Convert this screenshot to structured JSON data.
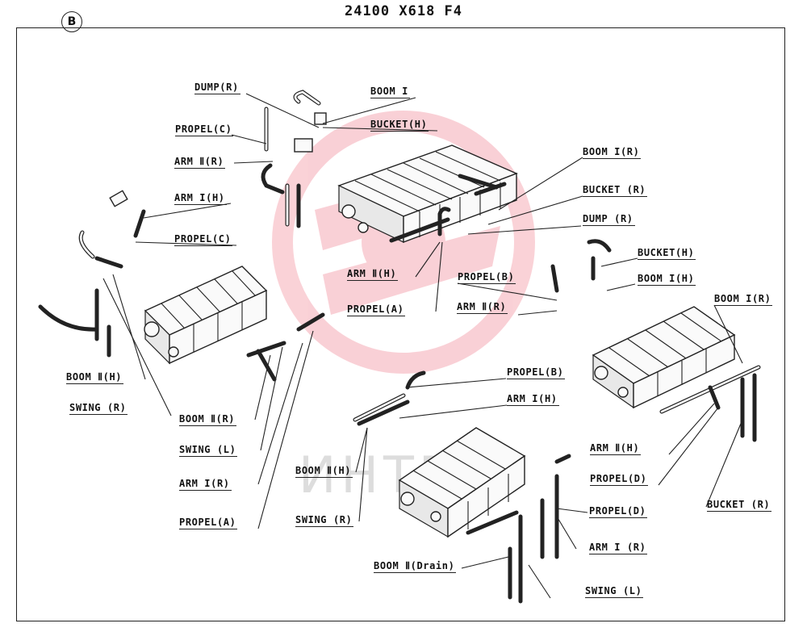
{
  "header": {
    "badge": "B",
    "part_number": "24100 X618 F4"
  },
  "labels": {
    "g1_dump_r": "DUMP(R)",
    "g1_boom1": "BOOM I",
    "g1_bucket_h": "BUCKET(H)",
    "g1_propel_c": "PROPEL(C)",
    "g1_arm2_r": "ARM Ⅱ(R)",
    "g1_boom1_r": "BOOM I(R)",
    "g1_bucket_r": "BUCKET (R)",
    "g1_dump_r2": "DUMP (R)",
    "g1_arm2_h": "ARM Ⅱ(H)",
    "g1_propel_a": "PROPEL(A)",
    "g2_arm1_h": "ARM I(H)",
    "g2_propel_c": "PROPEL(C)",
    "g2_boom2_h": "BOOM Ⅱ(H)",
    "g2_swing_r": "SWING (R)",
    "g2_boom2_r": "BOOM Ⅱ(R)",
    "g2_swing_l": "SWING  (L)",
    "g2_arm1_r": "ARM I(R)",
    "g2_propel_a": "PROPEL(A)",
    "g3_propel_b": "PROPEL(B)",
    "g3_arm2_r": "ARM Ⅱ(R)",
    "g3_bucket_h": "BUCKET(H)",
    "g3_boom1_h": "BOOM I(H)",
    "g3_boom1_r": "BOOM I(R)",
    "g4_propel_b": "PROPEL(B)",
    "g4_arm1_h": "ARM I(H)",
    "g3_arm2_h": "ARM Ⅱ(H)",
    "g3_propel_d": "PROPEL(D)",
    "g3_bucket_r": "BUCKET (R)",
    "g4_boom2_h": "BOOM Ⅱ(H)",
    "g4_swing_r": "SWING (R)",
    "g4_propel_d": "PROPEL(D)",
    "g4_arm1_r": "ARM I (R)",
    "g4_boom2_drain": "BOOM Ⅱ(Drain)",
    "g4_swing_l": "SWING (L)"
  },
  "watermark": {
    "text": "ИНТЕХ",
    "color": "#e8304a"
  }
}
